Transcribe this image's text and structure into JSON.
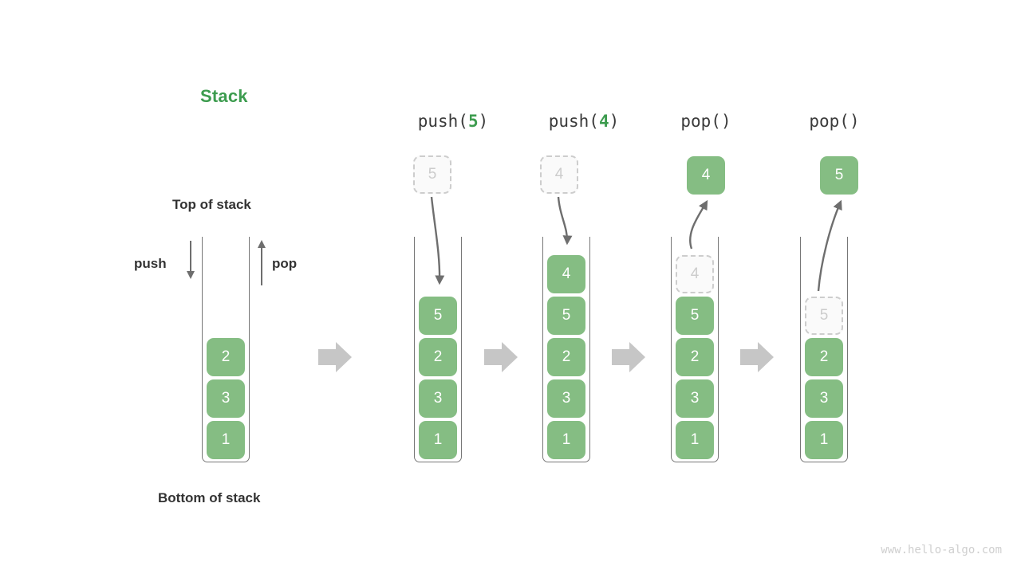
{
  "diagram": {
    "title": "Stack",
    "title_color": "#3d9c4f",
    "element_color": "#85bd83",
    "ghost_color": "#cccccc",
    "arrow_color": "#6e6e6e",
    "step_arrow_color": "#c6c6c6",
    "watermark": "www.hello-algo.com"
  },
  "labels": {
    "top_of_stack": "Top of stack",
    "bottom_of_stack": "Bottom of stack",
    "push": "push",
    "pop": "pop"
  },
  "columns": [
    {
      "id": "initial",
      "header": null,
      "header_prefix": null,
      "header_arg": null,
      "header_suffix": null,
      "stack": [
        "2",
        "3",
        "1"
      ],
      "ghost_in_stack": null,
      "external_ghost": null,
      "external_solid": null
    },
    {
      "id": "push-5",
      "header": "push(5)",
      "header_prefix": "push(",
      "header_arg": "5",
      "header_suffix": ")",
      "stack": [
        "5",
        "2",
        "3",
        "1"
      ],
      "ghost_in_stack": null,
      "external_ghost": "5",
      "external_solid": null
    },
    {
      "id": "push-4",
      "header": "push(4)",
      "header_prefix": "push(",
      "header_arg": "4",
      "header_suffix": ")",
      "stack": [
        "4",
        "5",
        "2",
        "3",
        "1"
      ],
      "ghost_in_stack": null,
      "external_ghost": "4",
      "external_solid": null
    },
    {
      "id": "pop-1",
      "header": "pop()",
      "header_prefix": "pop(",
      "header_arg": "",
      "header_suffix": ")",
      "stack": [
        "5",
        "2",
        "3",
        "1"
      ],
      "ghost_in_stack": "4",
      "external_ghost": null,
      "external_solid": "4"
    },
    {
      "id": "pop-2",
      "header": "pop()",
      "header_prefix": "pop(",
      "header_arg": "",
      "header_suffix": ")",
      "stack": [
        "2",
        "3",
        "1"
      ],
      "ghost_in_stack": "5",
      "external_ghost": null,
      "external_solid": "5"
    }
  ]
}
